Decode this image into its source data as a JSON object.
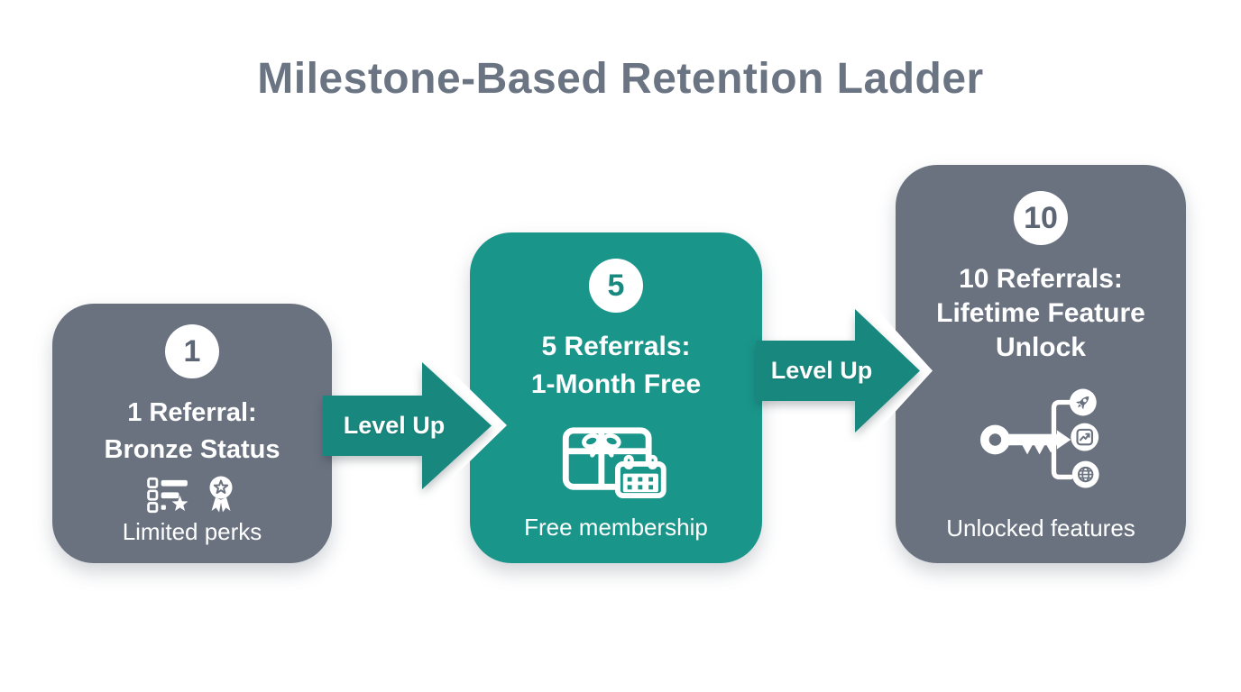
{
  "header": {
    "title": "Milestone-Based Retention Ladder"
  },
  "colors": {
    "card_gray": "#6a7280",
    "card_teal": "#1a958a",
    "arrow_teal": "#18887f",
    "title_gray": "#6a7482",
    "text_white": "#ffffff"
  },
  "steps": [
    {
      "badge": "1",
      "title_lines": [
        "1 Referral:",
        "Bronze Status"
      ],
      "subtitle": "Limited perks",
      "icons": [
        "featured-list-icon",
        "medal-icon"
      ]
    },
    {
      "badge": "5",
      "title_lines": [
        "5 Referrals:",
        "1-Month Free"
      ],
      "subtitle": "Free membership",
      "icons": [
        "gift-card-calendar-icon"
      ]
    },
    {
      "badge": "10",
      "title_lines": [
        "10 Referrals:",
        "Lifetime Feature",
        "Unlock"
      ],
      "subtitle": "Unlocked features",
      "icons": [
        "key-unlock-branches-icon"
      ]
    }
  ],
  "arrows": [
    {
      "label": "Level Up"
    },
    {
      "label": "Level Up"
    }
  ]
}
